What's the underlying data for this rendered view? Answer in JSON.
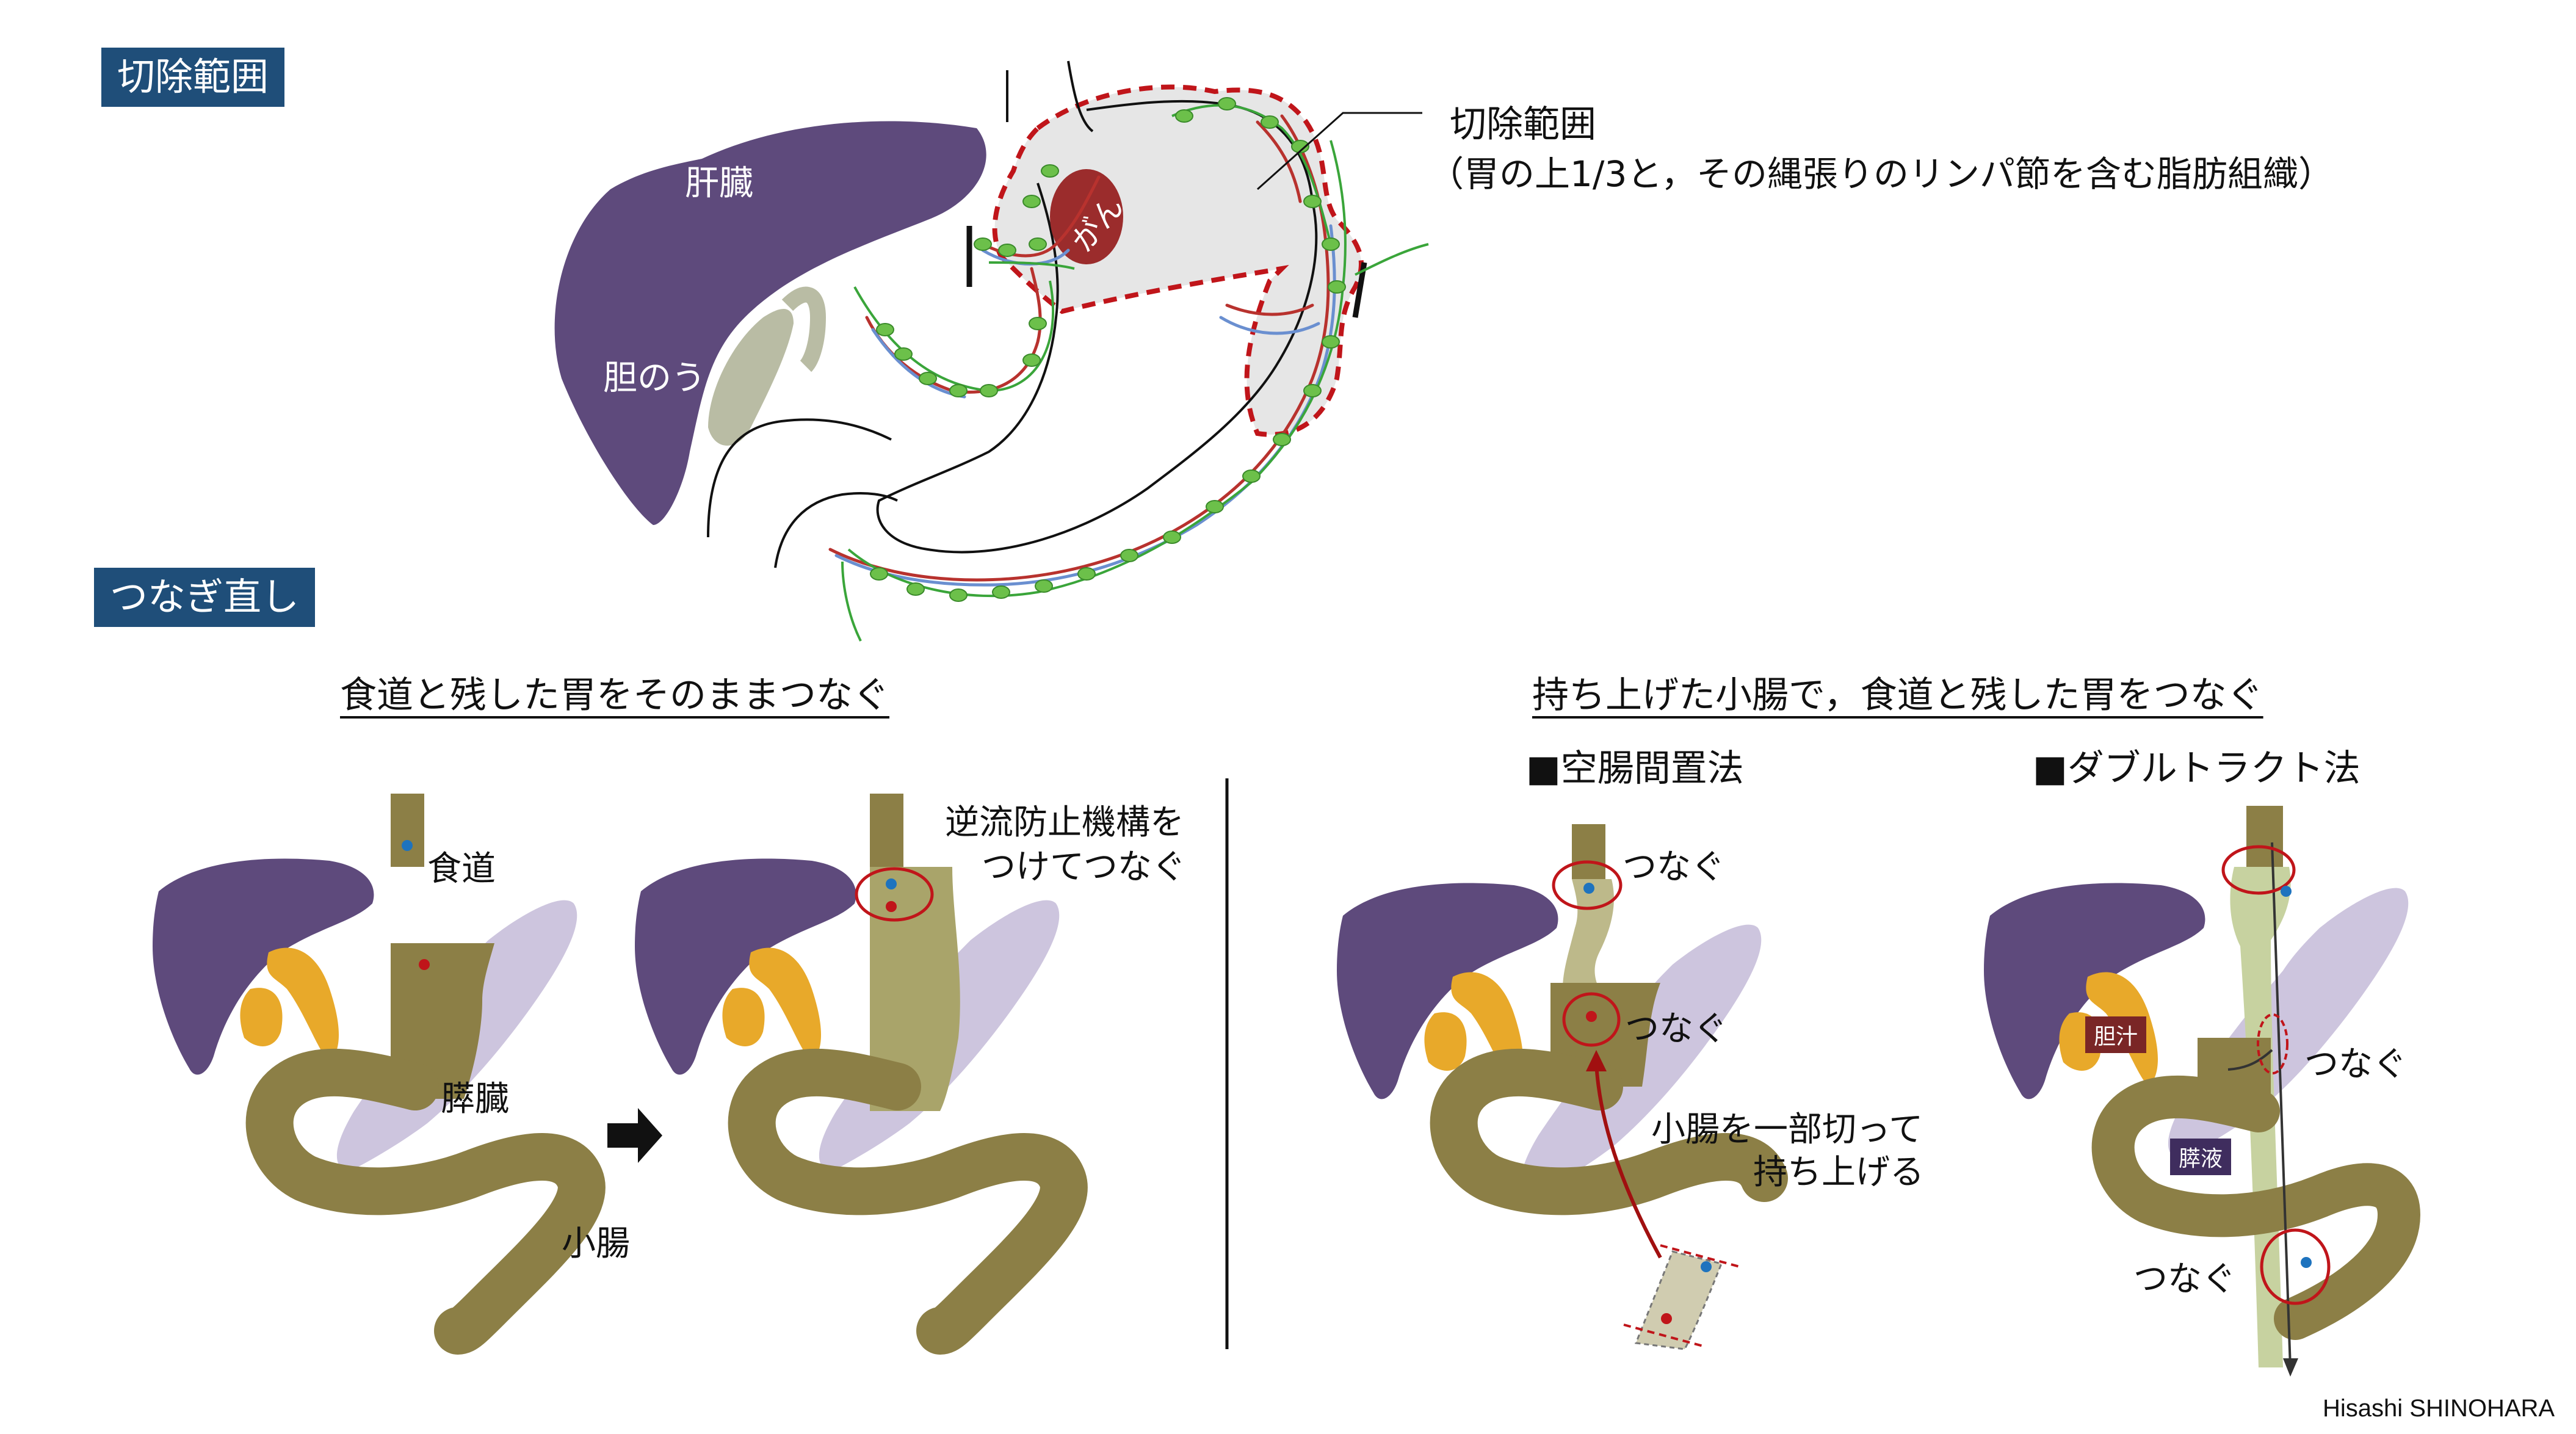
{
  "sections": {
    "resection_badge": "切除範囲",
    "reconstruction_badge": "つなぎ直し"
  },
  "top_diagram": {
    "liver_label": "肝臓",
    "gallbladder_label": "胆のう",
    "cancer_label": "がん",
    "resection_title": "切除範囲",
    "resection_desc": "（胃の上1/3と，その縄張りのリンパ節を含む脂肪組織）"
  },
  "left_panel": {
    "heading": "食道と残した胃をそのままつなぐ",
    "esophagus_label": "食道",
    "pancreas_label": "膵臓",
    "small_intestine_label": "小腸",
    "antireflux_label_1": "逆流防止機構を",
    "antireflux_label_2": "つけてつなぐ"
  },
  "right_panel": {
    "heading": "持ち上げた小腸で，食道と残した胃をつなぐ",
    "method1_title": "■空腸間置法",
    "method2_title": "■ダブルトラクト法",
    "connect_1": "つなぐ",
    "connect_2": "つなぐ",
    "cut_lift_1": "小腸を一部切って",
    "cut_lift_2": "持ち上げる",
    "connect_3": "つなぐ",
    "connect_4": "つなぐ",
    "bile_label": "胆汁",
    "pancreatic_juice_label": "膵液"
  },
  "credit": "Hisashi SHINOHARA",
  "colors": {
    "badge_bg": "#1f4e79",
    "liver": "#5e4a7c",
    "gallbladder_gray": "#b9bca4",
    "cancer": "#9b2c2c",
    "resection_border": "#c0151a",
    "resection_fill": "#e6e6e6",
    "intestine": "#8c7f46",
    "pancreas": "#cdc5de",
    "bile_duct": "#e8a92a",
    "lymph": "#6cc04a",
    "vessel_red": "#b8322e",
    "vessel_blue": "#6a8fd0",
    "bile_tag": "#7a2626",
    "pancreatic_tag": "#3f2d5e"
  }
}
